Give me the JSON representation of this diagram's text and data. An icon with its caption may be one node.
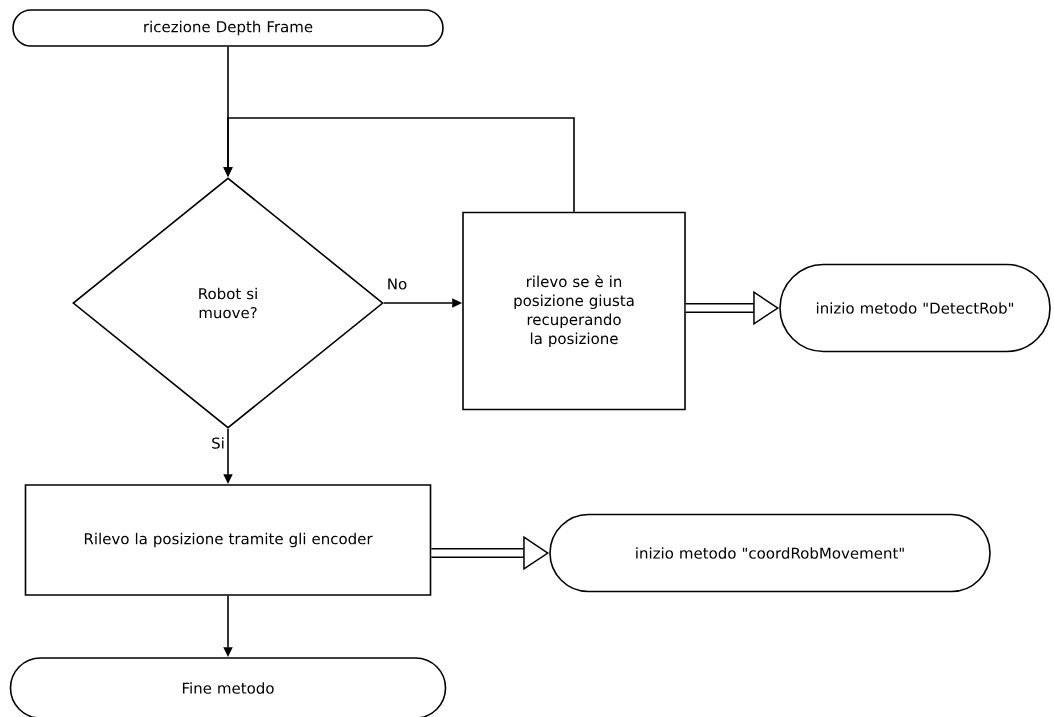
{
  "diagram": {
    "nodes": [
      {
        "text": [
          "ricezione Depth Frame"
        ]
      },
      {
        "text": [
          "Robot si muove?"
        ]
      },
      {
        "text": [
          "rilevo se è in posizione giusta recuperando la posizione"
        ]
      },
      {
        "text": [
          "inizio metodo \"DetectRob\""
        ]
      },
      {
        "text": [
          "Rilevo la posizione tramite gli encoder"
        ]
      },
      {
        "text": [
          "inizio metodo \"coordRobMovement\""
        ]
      },
      {
        "text": [
          "Fine metodo"
        ]
      }
    ],
    "edges": [
      {
        "from": 0,
        "to": 1,
        "arrow": "to"
      },
      {
        "from": 1,
        "to": 2,
        "arrow": "to",
        "label": "No"
      },
      {
        "from": 2,
        "to": 1,
        "arrow": "to"
      },
      {
        "from": 2,
        "to": 3,
        "arrow": "to",
        "style": "thick"
      },
      {
        "from": 1,
        "to": 4,
        "arrow": "to",
        "label": "Si"
      },
      {
        "from": 4,
        "to": 5,
        "arrow": "to",
        "style": "thick"
      },
      {
        "from": 4,
        "to": 6,
        "arrow": "to"
      }
    ]
  }
}
